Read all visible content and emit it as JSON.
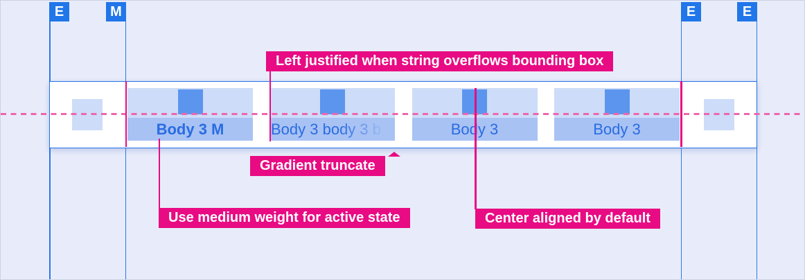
{
  "colors": {
    "background": "#e8ecfa",
    "guide_blue": "#2a79e9",
    "marker_blue": "#2176e9",
    "bar_border_blue": "#1f6fe6",
    "tab_light_blue": "#cddcf8",
    "tab_medium_blue": "#a8c2f4",
    "touch_square_blue": "#5c95ee",
    "tab_text_blue": "#2a6ce2",
    "annotation_magenta": "#e80b83",
    "dashed_pink": "#ee66ad"
  },
  "margin_markers": [
    {
      "label": "E"
    },
    {
      "label": "M"
    },
    {
      "label": "E"
    },
    {
      "label": "E"
    }
  ],
  "tab_bar": {
    "tabs": [
      {
        "label": "Body 3 M",
        "state": "active-medium-weight"
      },
      {
        "label": "Body 3 body 3 b",
        "state": "overflow-gradient-truncated"
      },
      {
        "label": "Body 3",
        "state": "default"
      },
      {
        "label": "Body 3",
        "state": "default"
      }
    ]
  },
  "annotations": {
    "left_justified": {
      "label": "Left justified when string overflows bounding box"
    },
    "gradient_truncate": {
      "label": "Gradient truncate"
    },
    "medium_weight": {
      "label": "Use medium weight for active state"
    },
    "center_aligned": {
      "label": "Center aligned by default"
    }
  }
}
